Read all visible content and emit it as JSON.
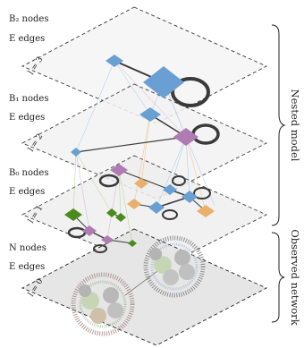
{
  "level_labels": [
    {
      "nodes": "B₂ nodes",
      "edges": "E edges",
      "tag": "l = 3"
    },
    {
      "nodes": "B₁ nodes",
      "edges": "E edges",
      "tag": "l = 2"
    },
    {
      "nodes": "B₀ nodes",
      "edges": "E edges",
      "tag": "l = 1"
    },
    {
      "nodes": "N nodes",
      "edges": "E edges",
      "tag": "l = 0"
    }
  ],
  "side_labels": {
    "nested": "Nested model",
    "observed": "Observed network"
  },
  "colors": {
    "blue": "#6a9fd4",
    "purple": "#b07ab3",
    "orange": "#e8b06a",
    "green": "#4a8c1c",
    "edge": "#3a3a3a",
    "plane": "#eaeaea",
    "plane_bottom": "#d9d9d9"
  }
}
